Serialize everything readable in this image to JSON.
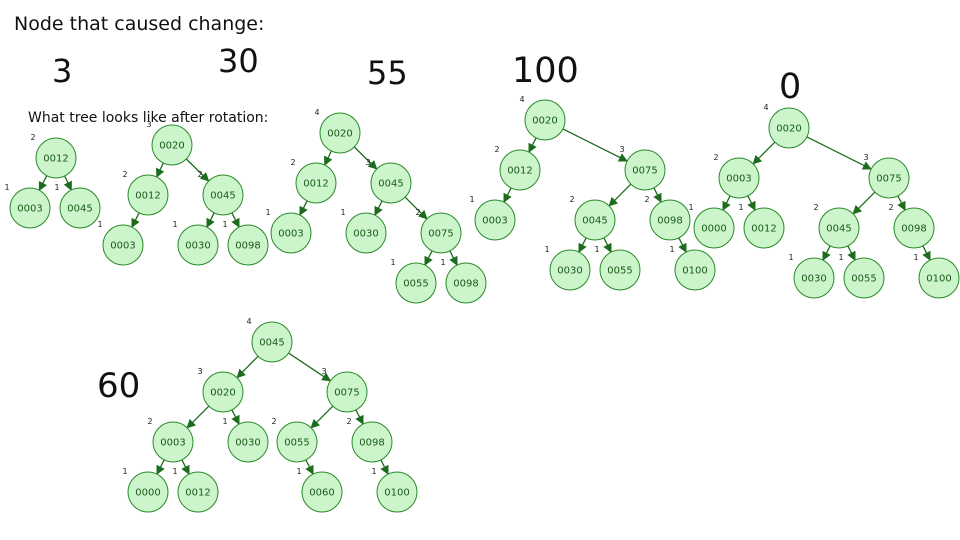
{
  "header": {
    "title": "Node that caused change:",
    "subtitle": "What tree looks like after rotation:"
  },
  "colors": {
    "node_fill": "#ccf5cc",
    "node_stroke": "#2a8a2a",
    "node_text": "#1a5a1a",
    "edge": "#2a7a2a"
  },
  "trees": [
    {
      "id": "t1",
      "inserted": "3",
      "root": {
        "label": "0012",
        "height": "2",
        "children": [
          {
            "label": "0003",
            "height": "1"
          },
          {
            "label": "0045",
            "height": "1"
          }
        ]
      }
    },
    {
      "id": "t2",
      "inserted": "30",
      "root": {
        "label": "0020",
        "height": "3",
        "children": [
          {
            "label": "0012",
            "height": "2",
            "children": [
              {
                "label": "0003",
                "height": "1"
              }
            ]
          },
          {
            "label": "0045",
            "height": "2",
            "children": [
              {
                "label": "0030",
                "height": "1"
              },
              {
                "label": "0098",
                "height": "1"
              }
            ]
          }
        ]
      }
    },
    {
      "id": "t3",
      "inserted": "55",
      "root": {
        "label": "0020",
        "height": "4",
        "children": [
          {
            "label": "0012",
            "height": "2",
            "children": [
              {
                "label": "0003",
                "height": "1"
              }
            ]
          },
          {
            "label": "0045",
            "height": "3",
            "children": [
              {
                "label": "0030",
                "height": "1"
              },
              {
                "label": "0075",
                "height": "2",
                "children": [
                  {
                    "label": "0055",
                    "height": "1"
                  },
                  {
                    "label": "0098",
                    "height": "1"
                  }
                ]
              }
            ]
          }
        ]
      }
    },
    {
      "id": "t4",
      "inserted": "100",
      "root": {
        "label": "0020",
        "height": "4",
        "children": [
          {
            "label": "0012",
            "height": "2",
            "children": [
              {
                "label": "0003",
                "height": "1"
              }
            ]
          },
          {
            "label": "0075",
            "height": "3",
            "children": [
              {
                "label": "0045",
                "height": "2",
                "children": [
                  {
                    "label": "0030",
                    "height": "1"
                  },
                  {
                    "label": "0055",
                    "height": "1"
                  }
                ]
              },
              {
                "label": "0098",
                "height": "2",
                "children": [
                  {
                    "label": "0100",
                    "height": "1"
                  }
                ]
              }
            ]
          }
        ]
      }
    },
    {
      "id": "t5",
      "inserted": "0",
      "root": {
        "label": "0020",
        "height": "4",
        "children": [
          {
            "label": "0003",
            "height": "2",
            "children": [
              {
                "label": "0000",
                "height": "1"
              },
              {
                "label": "0012",
                "height": "1"
              }
            ]
          },
          {
            "label": "0075",
            "height": "3",
            "children": [
              {
                "label": "0045",
                "height": "2",
                "children": [
                  {
                    "label": "0030",
                    "height": "1"
                  },
                  {
                    "label": "0055",
                    "height": "1"
                  }
                ]
              },
              {
                "label": "0098",
                "height": "2",
                "children": [
                  {
                    "label": "0100",
                    "height": "1"
                  }
                ]
              }
            ]
          }
        ]
      }
    },
    {
      "id": "t6",
      "inserted": "60",
      "root": {
        "label": "0045",
        "height": "4",
        "children": [
          {
            "label": "0020",
            "height": "3",
            "children": [
              {
                "label": "0003",
                "height": "2",
                "children": [
                  {
                    "label": "0000",
                    "height": "1"
                  },
                  {
                    "label": "0012",
                    "height": "1"
                  }
                ]
              },
              {
                "label": "0030",
                "height": "1"
              }
            ]
          },
          {
            "label": "0075",
            "height": "3",
            "children": [
              {
                "label": "0055",
                "height": "2",
                "children": [
                  {
                    "label": "0060",
                    "height": "1"
                  }
                ]
              },
              {
                "label": "0098",
                "height": "2",
                "children": [
                  {
                    "label": "0100",
                    "height": "1"
                  }
                ]
              }
            ]
          }
        ]
      }
    }
  ]
}
